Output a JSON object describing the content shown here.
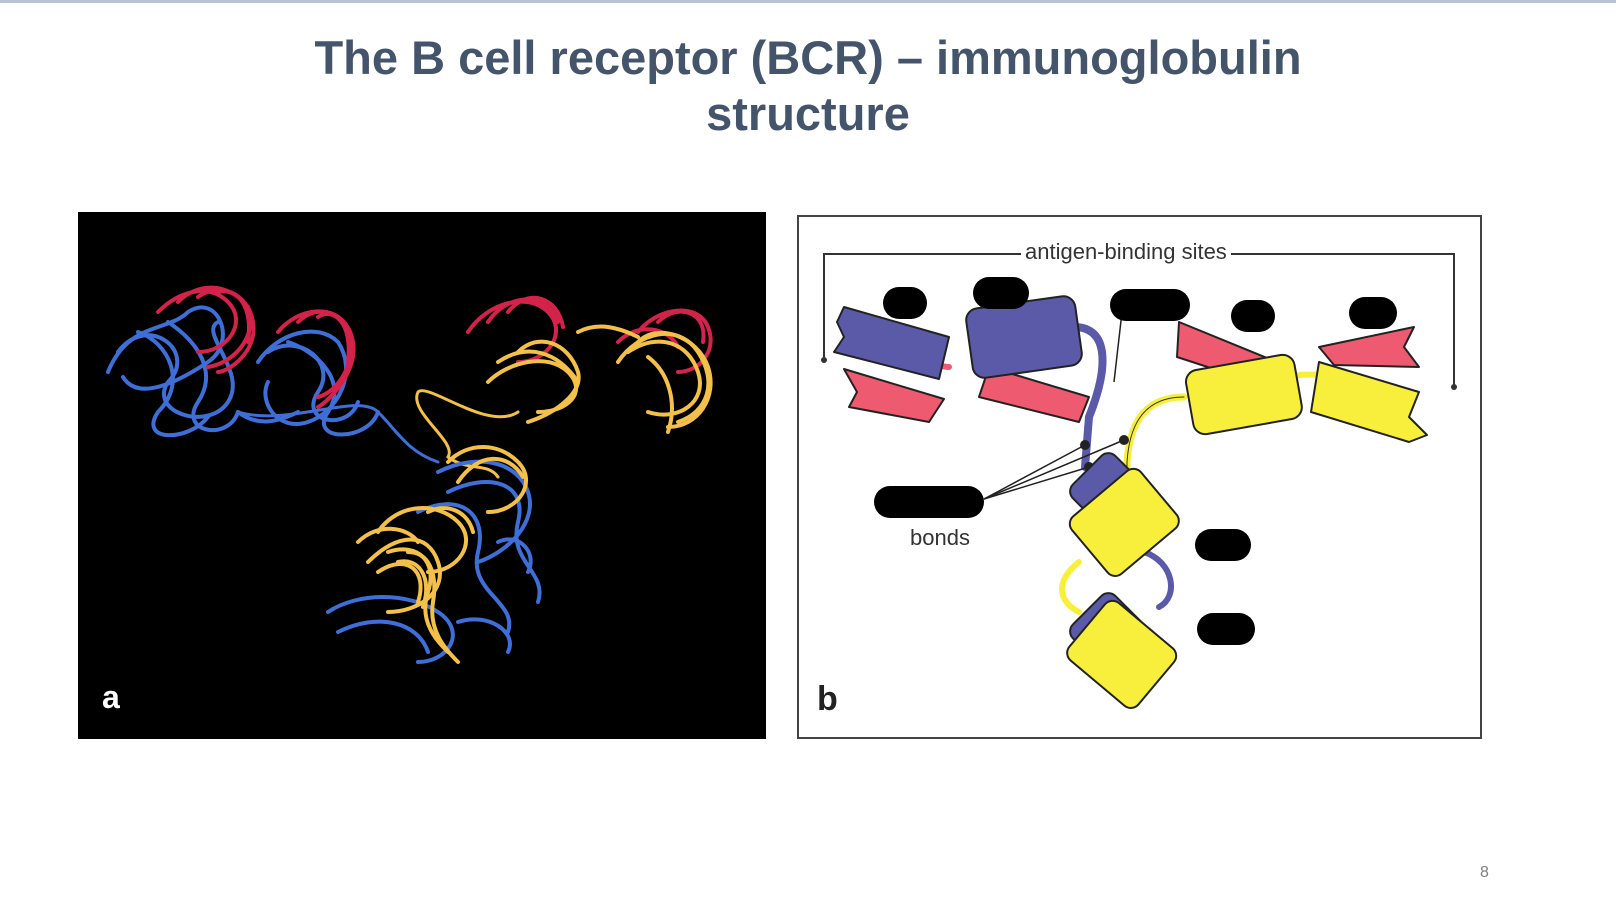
{
  "slide": {
    "title_line1": "The B cell receptor (BCR) – immunoglobulin",
    "title_line2": "structure",
    "page_number": "8"
  },
  "panel_a": {
    "letter": "a"
  },
  "panel_b": {
    "letter": "b",
    "antigen_label": "antigen-binding sites",
    "bonds_label": "bonds"
  },
  "colors": {
    "title": "#44546a",
    "heavy_chain": "#5b5aa8",
    "light_chain_red": "#ee5a70",
    "light_chain_yellow": "#f8ef3c",
    "ribbon_blue": "#3f6fd6",
    "ribbon_red": "#d4234b",
    "ribbon_gold": "#f3c049"
  }
}
